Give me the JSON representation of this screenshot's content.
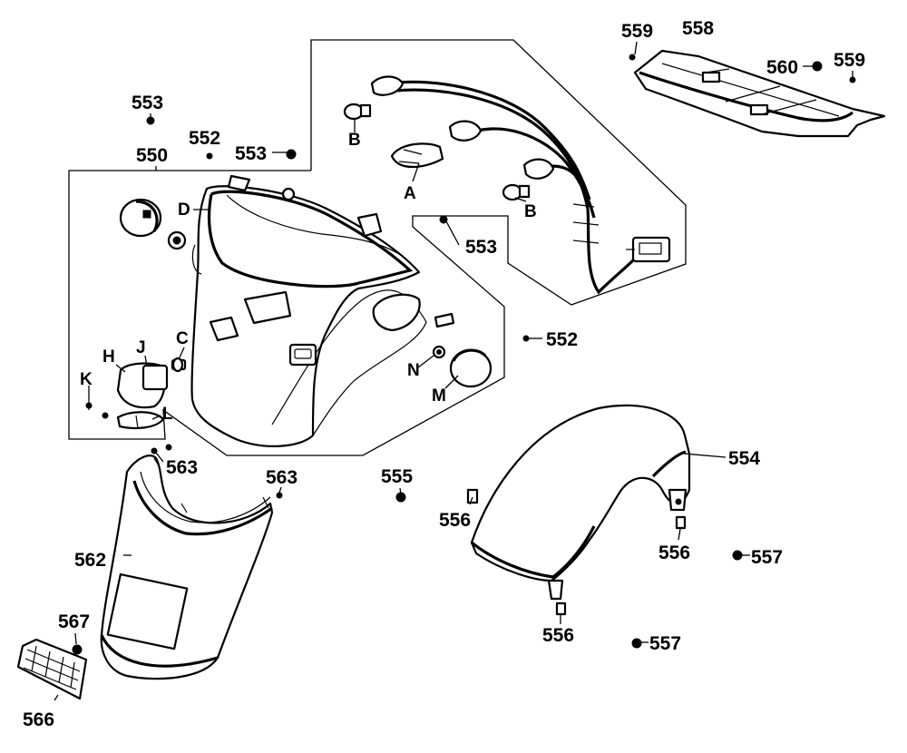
{
  "diagram": {
    "labels": {
      "p550": "550",
      "p552a": "552",
      "p552b": "552",
      "p553a": "553",
      "p553b": "553",
      "p553c": "553",
      "p554": "554",
      "p555": "555",
      "p556a": "556",
      "p556b": "556",
      "p556c": "556",
      "p557a": "557",
      "p557b": "557",
      "p558": "558",
      "p559a": "559",
      "p559b": "559",
      "p560": "560",
      "p562": "562",
      "p563a": "563",
      "p563b": "563",
      "p566": "566",
      "p567": "567",
      "A": "A",
      "Ba": "B",
      "Bb": "B",
      "C": "C",
      "D": "D",
      "H": "H",
      "J": "J",
      "K": "K",
      "L": "L",
      "M": "M",
      "N": "N"
    }
  }
}
